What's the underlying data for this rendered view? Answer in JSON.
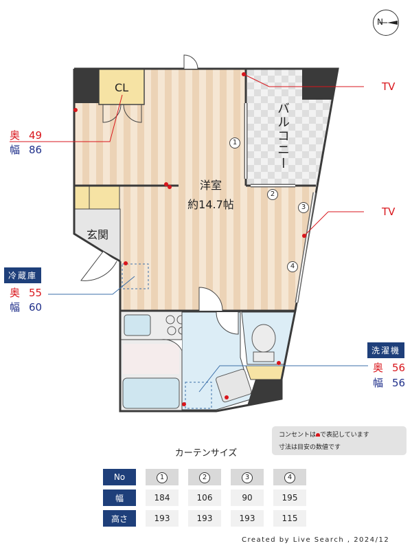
{
  "compass": {
    "north_label": "N"
  },
  "rooms": {
    "closet": "CL",
    "balcony": "バルコニー",
    "western_room_name": "洋室",
    "western_room_size": "約14.7帖",
    "entrance": "玄関"
  },
  "annotations": {
    "tv_top": "TV",
    "tv_right": "TV",
    "cl_depth_label": "奥",
    "cl_depth_value": "49",
    "cl_width_label": "幅",
    "cl_width_value": "86",
    "fridge_tag": "冷蔵庫",
    "fridge_depth_label": "奥",
    "fridge_depth_value": "55",
    "fridge_width_label": "幅",
    "fridge_width_value": "60",
    "washer_tag": "洗濯機",
    "washer_depth_label": "奥",
    "washer_depth_value": "56",
    "washer_width_label": "幅",
    "washer_width_value": "56"
  },
  "window_markers": [
    "1",
    "2",
    "3",
    "4"
  ],
  "note": {
    "line1_pre": "コンセントは",
    "line1_post": "で表記しています",
    "line2": "寸法は目安の数値です"
  },
  "curtain": {
    "title": "カーテンサイズ",
    "header_no": "No",
    "header_width": "幅",
    "header_height": "高さ",
    "numbers": [
      "1",
      "2",
      "3",
      "4"
    ],
    "widths": [
      "184",
      "106",
      "90",
      "195"
    ],
    "heights": [
      "193",
      "193",
      "193",
      "115"
    ]
  },
  "credit": "Created by Live Search , 2024/12",
  "colors": {
    "wall": "#3a3a3a",
    "floor_light": "#f5e6d3",
    "floor_stripe": "#ecd3b6",
    "wet_area": "#dcedf6",
    "closet": "#f6e3a4",
    "label_red": "#d9161c",
    "label_blue": "#1f2f8a",
    "tag_bg": "#1e3f7a"
  }
}
